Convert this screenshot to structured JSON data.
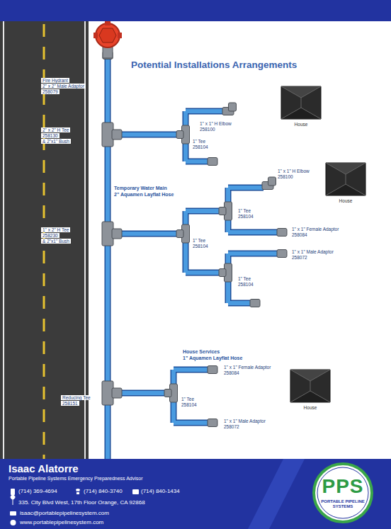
{
  "diagram": {
    "title": "Potential Installations Arrangements",
    "nodes": [
      {
        "text": [
          "House"
        ]
      },
      {
        "text": [
          "House"
        ]
      },
      {
        "text": [
          "House"
        ]
      },
      {
        "text": [
          "PPS",
          "PORTABLE PIPELINE SYSTEMS"
        ]
      }
    ],
    "labels": [
      "Fire Hydrant",
      "2\" x 2\" Male Adaptor",
      "258079",
      "2\" x 2\" H Tee",
      "258130",
      "& 2\"x1\" Bush",
      "1\" x 1\" H Elbow",
      "258100",
      "1\" Tee",
      "258104",
      "Temporary Water Main",
      "2\" Aquamen Layflat Hose",
      "1\" x 1\" H Elbow",
      "258100",
      "1\" x 2\" H Tee",
      "258230",
      "& 2\"x1\" Bush",
      "1\" Tee",
      "258104",
      "1\" Tee",
      "258104",
      "1\" x 1\" Female Adaptor",
      "258084",
      "1\" x 1\" Male Adaptor",
      "258072",
      "1\" Tee",
      "258104",
      "House Services",
      "1\" Aquamen Layflat Hose",
      "1\" x 1\" Female Adaptor",
      "258084",
      "Reducing Tee",
      "258151",
      "1\" Tee",
      "258104",
      "1\" x 1\" Male Adaptor",
      "258072",
      "Isaac Alatorre",
      "Portable Pipeline Systems Emergency Preparedness Advisor",
      "(714) 369-4694",
      "(714) 840-3740",
      "(714) 840-1434",
      "335. City Blvd West, 17th Floor Orange, CA 92868",
      "isaac@portablepipelinesystem.com",
      "www.portablepipelinesystem.com"
    ]
  }
}
